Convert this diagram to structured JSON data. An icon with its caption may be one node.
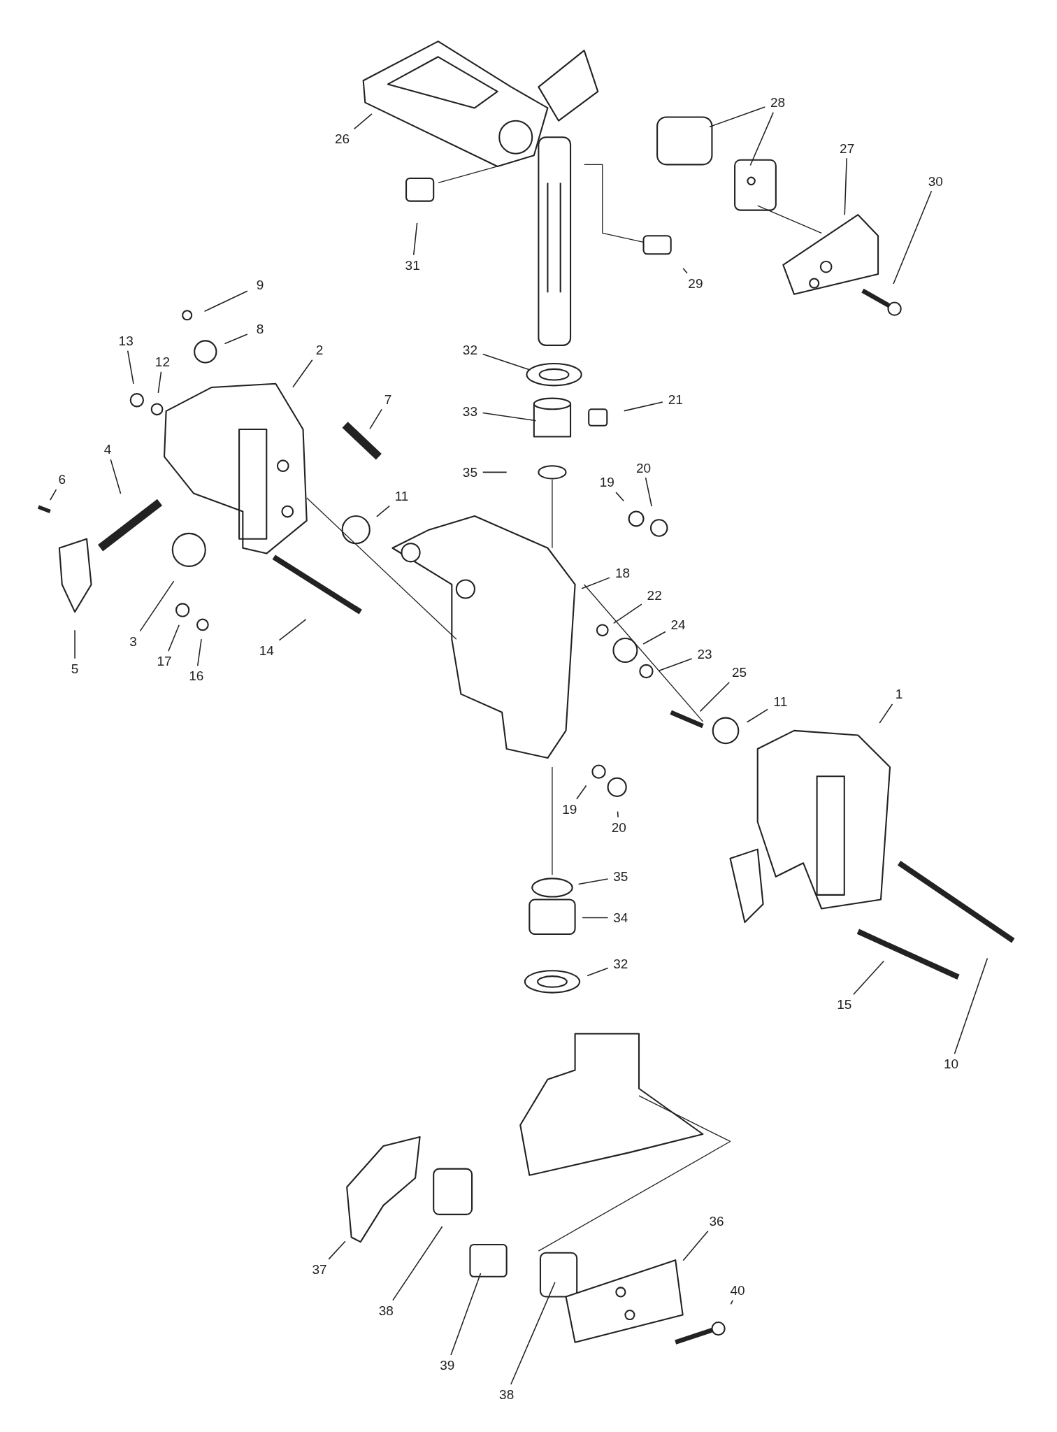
{
  "diagram": {
    "nodes": [
      {
        "text": [
          "26"
        ]
      },
      {
        "text": [
          "28"
        ]
      },
      {
        "text": [
          "27"
        ]
      },
      {
        "text": [
          "30"
        ]
      },
      {
        "text": [
          "31"
        ]
      },
      {
        "text": [
          "29"
        ]
      },
      {
        "text": [
          "9"
        ]
      },
      {
        "text": [
          "8"
        ]
      },
      {
        "text": [
          "13"
        ]
      },
      {
        "text": [
          "12"
        ]
      },
      {
        "text": [
          "2"
        ]
      },
      {
        "text": [
          "7"
        ]
      },
      {
        "text": [
          "4"
        ]
      },
      {
        "text": [
          "6"
        ]
      },
      {
        "text": [
          "5"
        ]
      },
      {
        "text": [
          "3"
        ]
      },
      {
        "text": [
          "17"
        ]
      },
      {
        "text": [
          "16"
        ]
      },
      {
        "text": [
          "14"
        ]
      },
      {
        "text": [
          "11"
        ]
      },
      {
        "text": [
          "32"
        ]
      },
      {
        "text": [
          "33"
        ]
      },
      {
        "text": [
          "21"
        ]
      },
      {
        "text": [
          "35"
        ]
      },
      {
        "text": [
          "19"
        ]
      },
      {
        "text": [
          "20"
        ]
      },
      {
        "text": [
          "18"
        ]
      },
      {
        "text": [
          "22"
        ]
      },
      {
        "text": [
          "24"
        ]
      },
      {
        "text": [
          "23"
        ]
      },
      {
        "text": [
          "25"
        ]
      },
      {
        "text": [
          "11"
        ]
      },
      {
        "text": [
          "1"
        ]
      },
      {
        "text": [
          "19"
        ]
      },
      {
        "text": [
          "20"
        ]
      },
      {
        "text": [
          "35"
        ]
      },
      {
        "text": [
          "34"
        ]
      },
      {
        "text": [
          "32"
        ]
      },
      {
        "text": [
          "15"
        ]
      },
      {
        "text": [
          "10"
        ]
      },
      {
        "text": [
          "37"
        ]
      },
      {
        "text": [
          "38"
        ]
      },
      {
        "text": [
          "39"
        ]
      },
      {
        "text": [
          "38"
        ]
      },
      {
        "text": [
          "36"
        ]
      },
      {
        "text": [
          "40"
        ]
      }
    ],
    "edges": [
      {
        "from": 0,
        "to": null,
        "arrow": "none"
      },
      {
        "from": 1,
        "to": null,
        "arrow": "none"
      },
      {
        "from": 1,
        "to": null,
        "arrow": "none"
      },
      {
        "from": 2,
        "to": null,
        "arrow": "none"
      },
      {
        "from": 3,
        "to": null,
        "arrow": "none"
      },
      {
        "from": 4,
        "to": null,
        "arrow": "none"
      },
      {
        "from": 5,
        "to": null,
        "arrow": "none"
      },
      {
        "from": 6,
        "to": null,
        "arrow": "none"
      },
      {
        "from": 7,
        "to": null,
        "arrow": "none"
      },
      {
        "from": 8,
        "to": null,
        "arrow": "none"
      },
      {
        "from": 9,
        "to": null,
        "arrow": "none"
      },
      {
        "from": 10,
        "to": null,
        "arrow": "none"
      },
      {
        "from": 11,
        "to": null,
        "arrow": "none"
      },
      {
        "from": 12,
        "to": null,
        "arrow": "none"
      },
      {
        "from": 13,
        "to": null,
        "arrow": "none"
      },
      {
        "from": 14,
        "to": null,
        "arrow": "none"
      },
      {
        "from": 15,
        "to": null,
        "arrow": "none"
      },
      {
        "from": 16,
        "to": null,
        "arrow": "none"
      },
      {
        "from": 17,
        "to": null,
        "arrow": "none"
      },
      {
        "from": 18,
        "to": null,
        "arrow": "none"
      },
      {
        "from": 19,
        "to": null,
        "arrow": "none"
      },
      {
        "from": 20,
        "to": null,
        "arrow": "none"
      },
      {
        "from": 21,
        "to": null,
        "arrow": "none"
      },
      {
        "from": 22,
        "to": null,
        "arrow": "none"
      },
      {
        "from": 23,
        "to": null,
        "arrow": "none"
      },
      {
        "from": 24,
        "to": null,
        "arrow": "none"
      },
      {
        "from": 25,
        "to": null,
        "arrow": "none"
      },
      {
        "from": 26,
        "to": null,
        "arrow": "none"
      },
      {
        "from": 27,
        "to": null,
        "arrow": "none"
      },
      {
        "from": 28,
        "to": null,
        "arrow": "none"
      },
      {
        "from": 29,
        "to": null,
        "arrow": "none"
      },
      {
        "from": 30,
        "to": null,
        "arrow": "none"
      },
      {
        "from": 31,
        "to": null,
        "arrow": "none"
      },
      {
        "from": 32,
        "to": null,
        "arrow": "none"
      },
      {
        "from": 33,
        "to": null,
        "arrow": "none"
      },
      {
        "from": 34,
        "to": null,
        "arrow": "none"
      },
      {
        "from": 35,
        "to": null,
        "arrow": "none"
      },
      {
        "from": 36,
        "to": null,
        "arrow": "none"
      },
      {
        "from": 37,
        "to": null,
        "arrow": "none"
      },
      {
        "from": 38,
        "to": null,
        "arrow": "none"
      },
      {
        "from": 39,
        "to": null,
        "arrow": "none"
      },
      {
        "from": 40,
        "to": null,
        "arrow": "none"
      },
      {
        "from": 41,
        "to": null,
        "arrow": "none"
      },
      {
        "from": 42,
        "to": null,
        "arrow": "none"
      },
      {
        "from": 43,
        "to": null,
        "arrow": "none"
      },
      {
        "from": 44,
        "to": null,
        "arrow": "none"
      },
      {
        "from": 45,
        "to": null,
        "arrow": "none"
      }
    ]
  }
}
